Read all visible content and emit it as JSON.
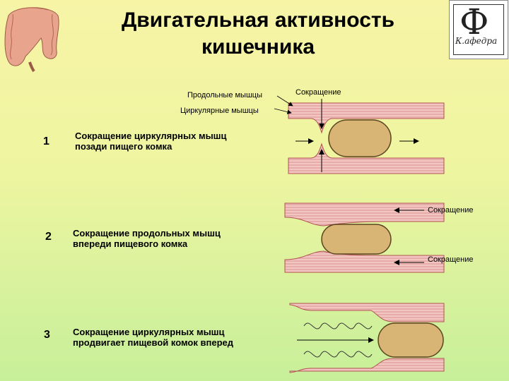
{
  "header": {
    "title_line1": "Двигательная активность",
    "title_line2": "кишечника"
  },
  "logo": {
    "letter": "Ф",
    "signature": "К.афедра"
  },
  "panel1": {
    "label_longitudinal": "Продольные мышцы",
    "label_circular": "Циркулярные мышцы",
    "label_contraction": "Сокращение",
    "number": "1",
    "description_line1": "Сокращение циркулярных мышц",
    "description_line2": "позади пищего комка"
  },
  "panel2": {
    "number": "2",
    "description_line1": "Сокращение продольных мышц",
    "description_line2": "впереди пищевого комка",
    "label_contraction_top": "Сокращение",
    "label_contraction_bottom": "Сокращение"
  },
  "panel3": {
    "number": "3",
    "description_line1": "Сокращение циркулярных мышц",
    "description_line2": "продвигает пищевой комок вперед"
  },
  "colors": {
    "muscle": "#f2c3c0",
    "muscle_line": "#c05a5a",
    "bolus": "#d8b574",
    "bolus_stroke": "#5c4420",
    "intestine": "#e8a58f"
  }
}
